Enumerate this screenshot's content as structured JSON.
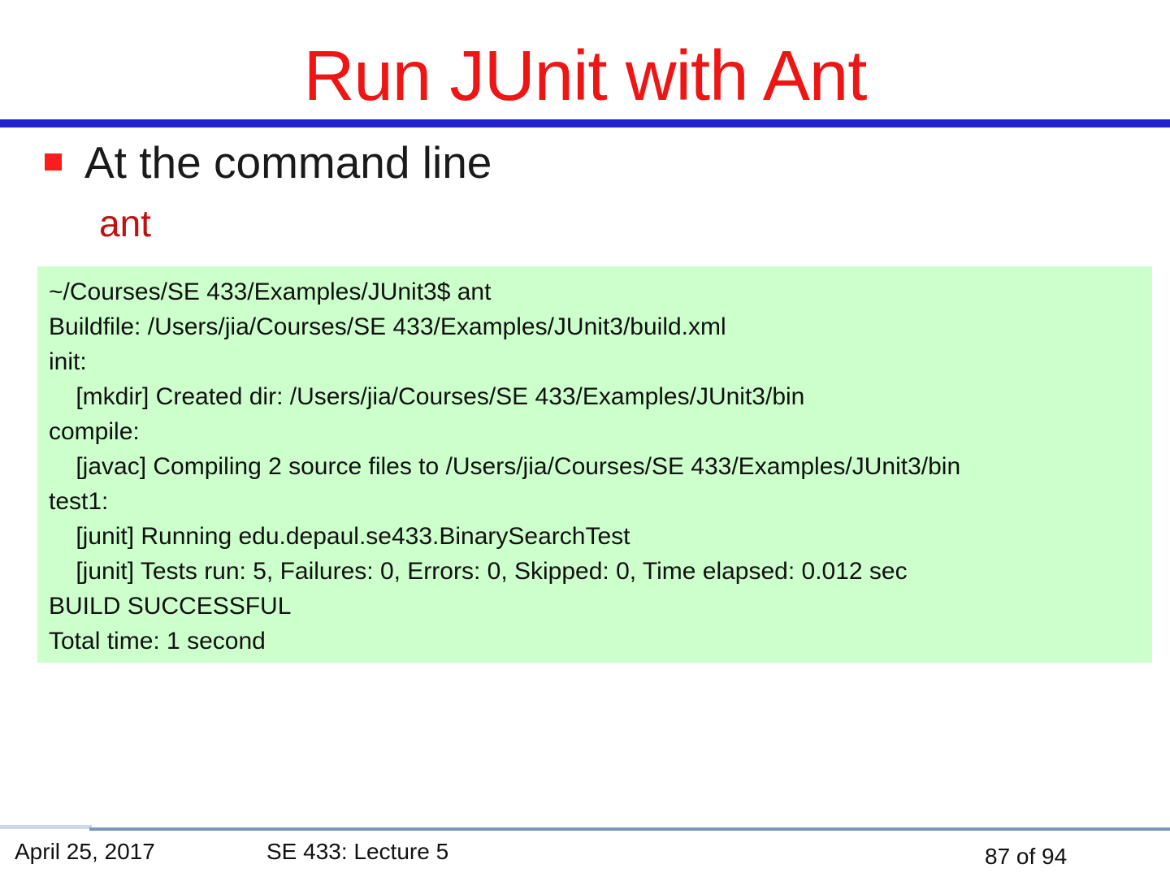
{
  "slide": {
    "title": "Run JUnit with Ant",
    "bullet_text": "At the command line",
    "command": "ant"
  },
  "terminal": {
    "lines": [
      "~/Courses/SE 433/Examples/JUnit3$ ant",
      "Buildfile: /Users/jia/Courses/SE 433/Examples/JUnit3/build.xml",
      "init:",
      "    [mkdir] Created dir: /Users/jia/Courses/SE 433/Examples/JUnit3/bin",
      "compile:",
      "    [javac] Compiling 2 source files to /Users/jia/Courses/SE 433/Examples/JUnit3/bin",
      "test1:",
      "    [junit] Running edu.depaul.se433.BinarySearchTest",
      "    [junit] Tests run: 5, Failures: 0, Errors: 0, Skipped: 0, Time elapsed: 0.012 sec",
      "BUILD SUCCESSFUL",
      "Total time: 1 second"
    ]
  },
  "footer": {
    "date": "April 25, 2017",
    "course": "SE 433: Lecture 5",
    "page": "87 of 94"
  },
  "colors": {
    "title_red": "#ee1515",
    "bullet_red": "#fb1c1c",
    "command_red": "#c01010",
    "rule_blue": "#2323cd",
    "terminal_bg": "#ccffcc",
    "footer_rule_light": "#ccd7e8",
    "footer_rule_dark": "#7e95ba"
  }
}
